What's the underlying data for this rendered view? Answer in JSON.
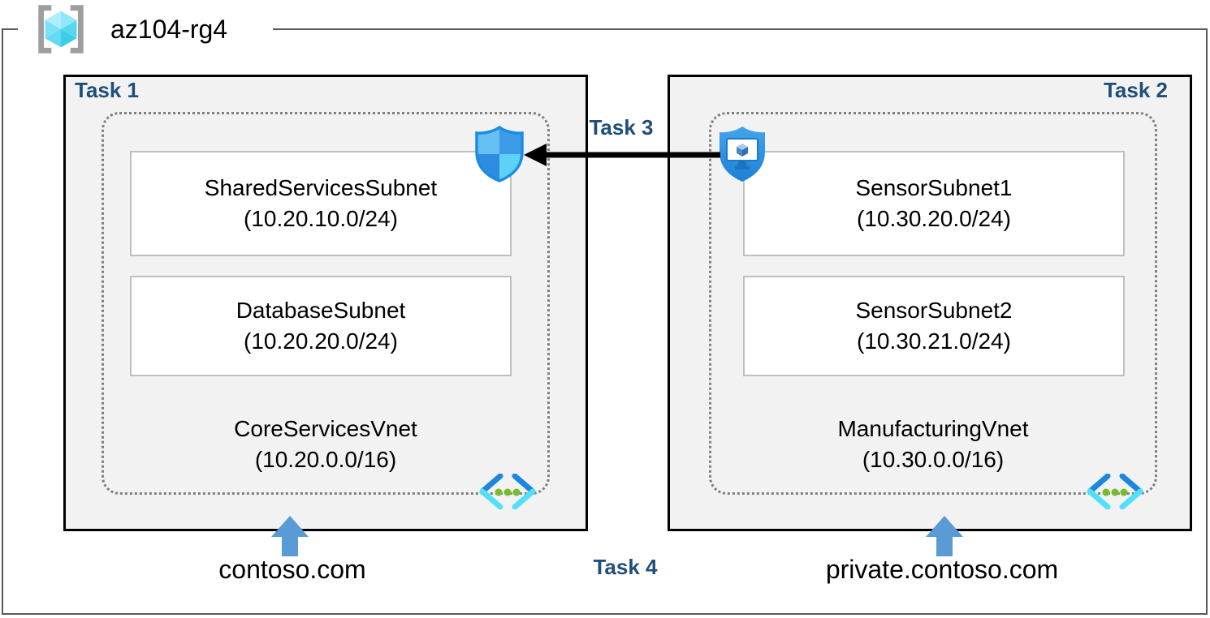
{
  "resource_group": {
    "label": "az104-rg4"
  },
  "left_vnet": {
    "task_label": "Task 1",
    "name": "CoreServicesVnet",
    "cidr": "(10.20.0.0/16)",
    "dns_zone": "contoso.com",
    "subnets": [
      {
        "name": "SharedServicesSubnet",
        "cidr": "(10.20.10.0/24)"
      },
      {
        "name": "DatabaseSubnet",
        "cidr": "(10.20.20.0/24)"
      }
    ]
  },
  "right_vnet": {
    "task_label": "Task 2",
    "name": "ManufacturingVnet",
    "cidr": "(10.30.0.0/16)",
    "dns_zone": "private.contoso.com",
    "subnets": [
      {
        "name": "SensorSubnet1",
        "cidr": "(10.30.20.0/24)"
      },
      {
        "name": "SensorSubnet2",
        "cidr": "(10.30.21.0/24)"
      }
    ]
  },
  "peering": {
    "task_label": "Task 3"
  },
  "dns_tasks": {
    "task_label": "Task 4"
  },
  "icons": {
    "resource_group": "resource-group-icon",
    "nsg_shield": "network-security-group-shield-icon",
    "vm_shield": "secured-vm-shield-icon",
    "virtual_network": "virtual-network-icon",
    "up_arrow": "dns-zone-arrow-icon",
    "peering_arrow": "peering-arrow-icon"
  },
  "colors": {
    "task_label": "#1F4E79",
    "panel_bg": "#F2F2F2",
    "panel_border": "#000000",
    "outer_border": "#595959",
    "subnet_border": "#BFBFBF",
    "dashed_border": "#7F7F7F",
    "dns_arrow_blue": "#5B9BD5",
    "peering_arrow": "#000000",
    "icon_blue_dark": "#1C87DC",
    "icon_cyan": "#53E0F7",
    "icon_green": "#76BC2D"
  }
}
